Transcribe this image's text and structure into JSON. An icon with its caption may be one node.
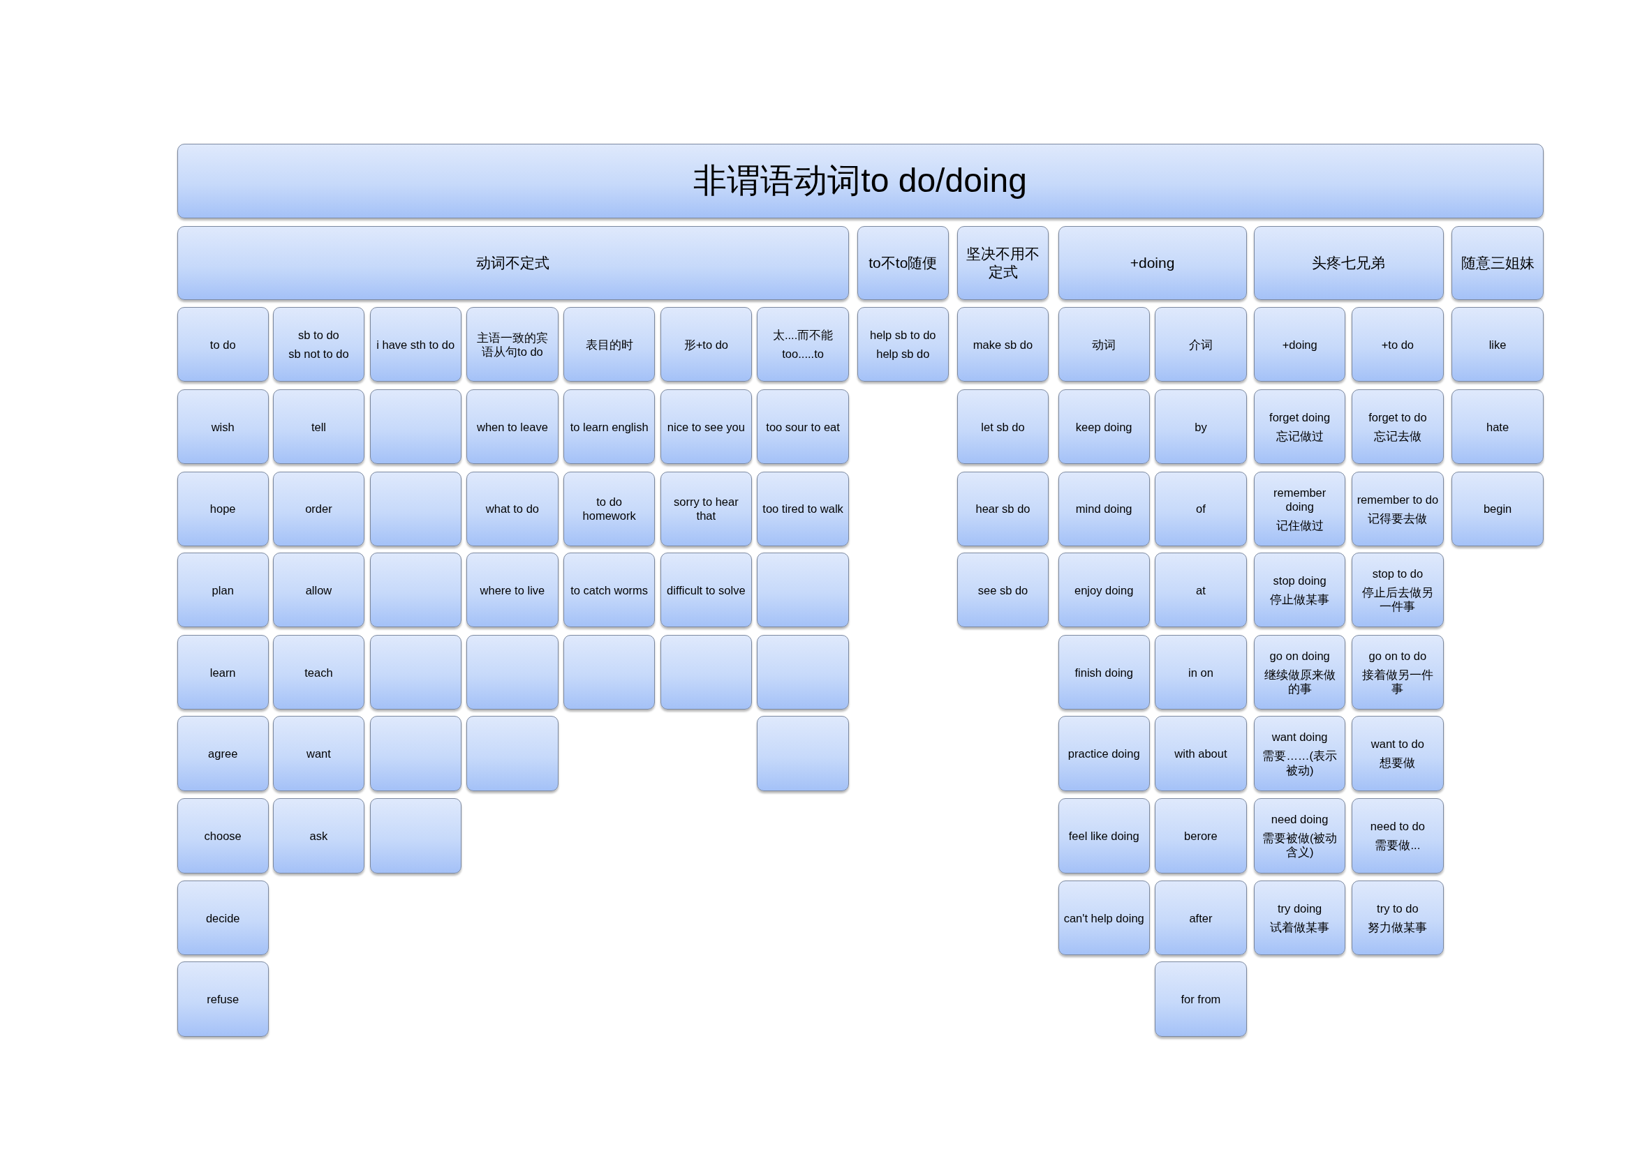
{
  "diagram": {
    "nodes": [
      {
        "text": [
          "非谓语动词to do/doing"
        ]
      },
      {
        "text": [
          "动词不定式"
        ]
      },
      {
        "text": [
          "to不to随便"
        ]
      },
      {
        "text": [
          "坚决不用不定式"
        ]
      },
      {
        "text": [
          "+doing"
        ]
      },
      {
        "text": [
          "头疼七兄弟"
        ]
      },
      {
        "text": [
          "随意三姐妹"
        ]
      },
      {
        "text": [
          "to do"
        ]
      },
      {
        "text": [
          "sb to do",
          "sb not to do"
        ]
      },
      {
        "text": [
          "i have sth to do"
        ]
      },
      {
        "text": [
          "主语一致的宾语从句to do"
        ]
      },
      {
        "text": [
          "表目的时"
        ]
      },
      {
        "text": [
          "形+to do"
        ]
      },
      {
        "text": [
          "太....而不能",
          "too.....to"
        ]
      },
      {
        "text": [
          "help sb to do",
          "help sb do"
        ]
      },
      {
        "text": [
          "make sb do"
        ]
      },
      {
        "text": [
          "动词"
        ]
      },
      {
        "text": [
          "介词"
        ]
      },
      {
        "text": [
          "+doing"
        ]
      },
      {
        "text": [
          "+to do"
        ]
      },
      {
        "text": [
          "like"
        ]
      },
      {
        "text": [
          "wish"
        ]
      },
      {
        "text": [
          "tell"
        ]
      },
      {
        "text": [],
        "shape": "box"
      },
      {
        "text": [
          "when to leave"
        ]
      },
      {
        "text": [
          "to learn english"
        ]
      },
      {
        "text": [
          "nice to see you"
        ]
      },
      {
        "text": [
          "too sour to eat"
        ]
      },
      {
        "text": [
          "let sb do"
        ]
      },
      {
        "text": [
          "keep doing"
        ]
      },
      {
        "text": [
          "by"
        ]
      },
      {
        "text": [
          "forget doing",
          "忘记做过"
        ]
      },
      {
        "text": [
          "forget to do",
          "忘记去做"
        ]
      },
      {
        "text": [
          "hate"
        ]
      },
      {
        "text": [
          "hope"
        ]
      },
      {
        "text": [
          "order"
        ]
      },
      {
        "text": [],
        "shape": "box"
      },
      {
        "text": [
          "what to do"
        ]
      },
      {
        "text": [
          "to do homework"
        ]
      },
      {
        "text": [
          "sorry to hear that"
        ]
      },
      {
        "text": [
          "too tired to walk"
        ]
      },
      {
        "text": [
          "hear sb do"
        ]
      },
      {
        "text": [
          "mind doing"
        ]
      },
      {
        "text": [
          "of"
        ]
      },
      {
        "text": [
          "remember doing",
          "记住做过"
        ]
      },
      {
        "text": [
          "remember to do",
          "记得要去做"
        ]
      },
      {
        "text": [
          "begin"
        ]
      },
      {
        "text": [
          "plan"
        ]
      },
      {
        "text": [
          "allow"
        ]
      },
      {
        "text": [],
        "shape": "box"
      },
      {
        "text": [
          "where to live"
        ]
      },
      {
        "text": [
          "to catch worms"
        ]
      },
      {
        "text": [
          "difficult to solve"
        ]
      },
      {
        "text": [],
        "shape": "box"
      },
      {
        "text": [
          "see sb do"
        ]
      },
      {
        "text": [
          "enjoy doing"
        ]
      },
      {
        "text": [
          "at"
        ]
      },
      {
        "text": [
          "stop doing",
          "停止做某事"
        ]
      },
      {
        "text": [
          "stop to do",
          "停止后去做另一件事"
        ]
      },
      {
        "text": [
          "learn"
        ]
      },
      {
        "text": [
          "teach"
        ]
      },
      {
        "text": [],
        "shape": "box"
      },
      {
        "text": [],
        "shape": "box"
      },
      {
        "text": [],
        "shape": "box"
      },
      {
        "text": [],
        "shape": "box"
      },
      {
        "text": [],
        "shape": "box"
      },
      {
        "text": [
          "finish doing"
        ]
      },
      {
        "text": [
          "in on"
        ]
      },
      {
        "text": [
          "go on doing",
          "继续做原来做的事"
        ]
      },
      {
        "text": [
          "go on to do",
          "接着做另一件事"
        ]
      },
      {
        "text": [
          "agree"
        ]
      },
      {
        "text": [
          "want"
        ]
      },
      {
        "text": [],
        "shape": "box"
      },
      {
        "text": [],
        "shape": "box"
      },
      {
        "text": [],
        "shape": "box"
      },
      {
        "text": [
          "practice doing"
        ]
      },
      {
        "text": [
          "with about"
        ]
      },
      {
        "text": [
          "want doing",
          "需要……(表示被动)"
        ]
      },
      {
        "text": [
          "want to do",
          "想要做"
        ]
      },
      {
        "text": [
          "choose"
        ]
      },
      {
        "text": [
          "ask"
        ]
      },
      {
        "text": [],
        "shape": "box"
      },
      {
        "text": [
          "feel like doing"
        ]
      },
      {
        "text": [
          "berore"
        ]
      },
      {
        "text": [
          "need doing",
          "需要被做(被动含义)"
        ]
      },
      {
        "text": [
          "need to do",
          "需要做..."
        ]
      },
      {
        "text": [
          "decide"
        ]
      },
      {
        "text": [
          "can't help doing"
        ]
      },
      {
        "text": [
          "after"
        ]
      },
      {
        "text": [
          "try doing",
          "试着做某事"
        ]
      },
      {
        "text": [
          "try to do",
          "努力做某事"
        ]
      },
      {
        "text": [
          "refuse"
        ]
      },
      {
        "text": [
          "for from"
        ]
      }
    ]
  }
}
